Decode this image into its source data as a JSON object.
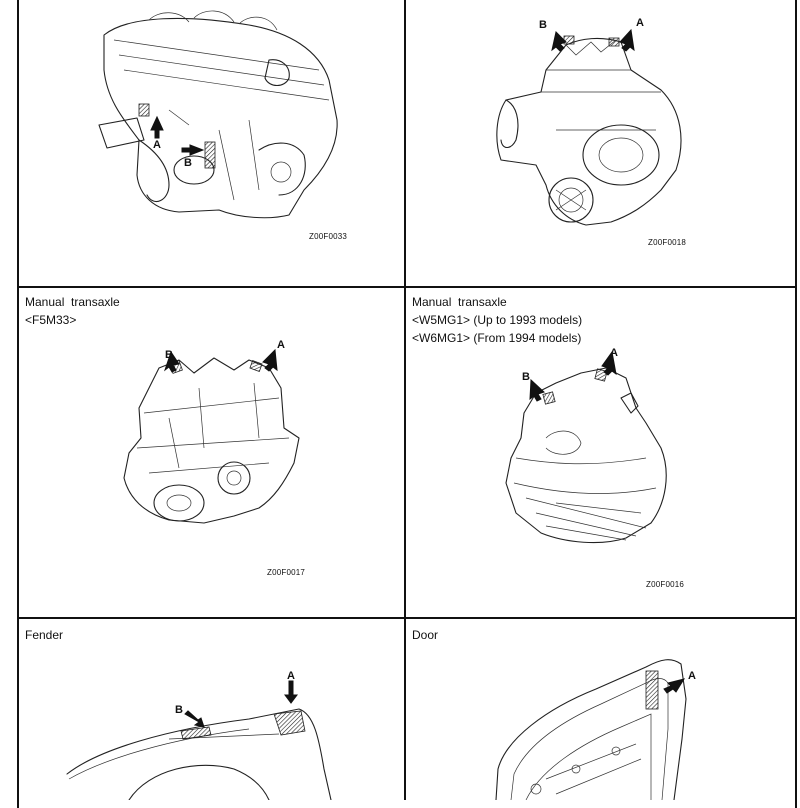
{
  "panels": [
    {
      "id": "engine",
      "caption_lines": [],
      "callouts": [
        "A",
        "B"
      ],
      "figure_code": "Z00F0033"
    },
    {
      "id": "automatic-transaxle",
      "caption_lines": [],
      "callouts": [
        "B",
        "A"
      ],
      "figure_code": "Z00F0018"
    },
    {
      "id": "manual-transaxle-f5m33",
      "caption_lines": [
        "Manual  transaxle",
        "<F5M33>"
      ],
      "callouts": [
        "B",
        "A"
      ],
      "figure_code": "Z00F0017"
    },
    {
      "id": "manual-transaxle-w5mg1",
      "caption_lines": [
        "Manual  transaxle",
        "<W5MG1> (Up to 1993 models)",
        "<W6MG1> (From 1994 models)"
      ],
      "callouts": [
        "B",
        "A"
      ],
      "figure_code": "Z00F0016"
    },
    {
      "id": "fender",
      "caption_lines": [
        "Fender"
      ],
      "callouts": [
        "B",
        "A"
      ],
      "figure_code": ""
    },
    {
      "id": "door",
      "caption_lines": [
        "Door"
      ],
      "callouts": [
        "A"
      ],
      "figure_code": ""
    }
  ]
}
